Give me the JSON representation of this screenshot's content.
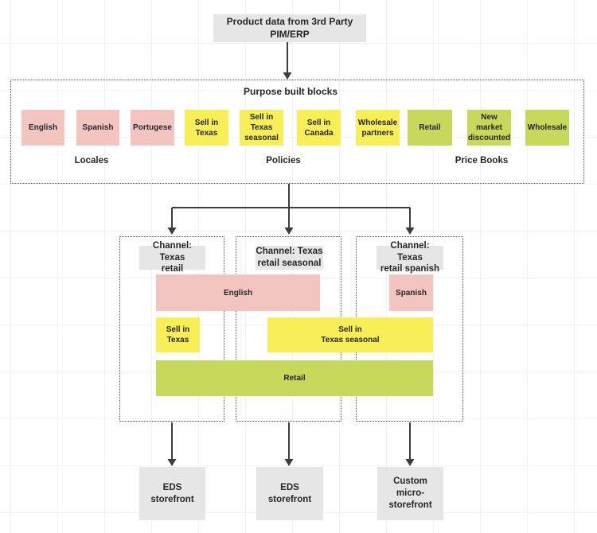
{
  "colors": {
    "pink": "#f2c5c1",
    "yellow": "#f7ee58",
    "lime": "#c7d95b",
    "gray": "#e6e6e6",
    "arrow": "#3d3d3d",
    "border": "#4a4a4a"
  },
  "source": {
    "label": "Product data from 3rd Party PIM/ERP"
  },
  "purpose": {
    "title": "Purpose built blocks",
    "blocks": [
      {
        "label": "English",
        "group": "locale"
      },
      {
        "label": "Spanish",
        "group": "locale"
      },
      {
        "label": "Portugese",
        "group": "locale"
      },
      {
        "label": "Sell in\nTexas",
        "group": "policy"
      },
      {
        "label": "Sell in\nTexas\nseasonal",
        "group": "policy"
      },
      {
        "label": "Sell in\nCanada",
        "group": "policy"
      },
      {
        "label": "Wholesale\npartners",
        "group": "policy"
      },
      {
        "label": "Retail",
        "group": "pricebook"
      },
      {
        "label": "New\nmarket\ndiscounted",
        "group": "pricebook"
      },
      {
        "label": "Wholesale",
        "group": "pricebook"
      }
    ],
    "group_labels": {
      "locales": "Locales",
      "policies": "Policies",
      "pricebooks": "Price Books"
    }
  },
  "channels": [
    {
      "title": "Channel: Texas\nretail"
    },
    {
      "title": "Channel: Texas\nretail seasonal"
    },
    {
      "title": "Channel: Texas\nretail spanish"
    }
  ],
  "bars": [
    {
      "label": "English",
      "color": "pink"
    },
    {
      "label": "Spanish",
      "color": "pink"
    },
    {
      "label": "Sell in\nTexas",
      "color": "yellow"
    },
    {
      "label": "Sell in\nTexas seasonal",
      "color": "yellow"
    },
    {
      "label": "Retail",
      "color": "lime"
    }
  ],
  "storefronts": [
    {
      "label": "EDS\nstorefront"
    },
    {
      "label": "EDS\nstorefront"
    },
    {
      "label": "Custom\nmicro-\nstorefront"
    }
  ]
}
